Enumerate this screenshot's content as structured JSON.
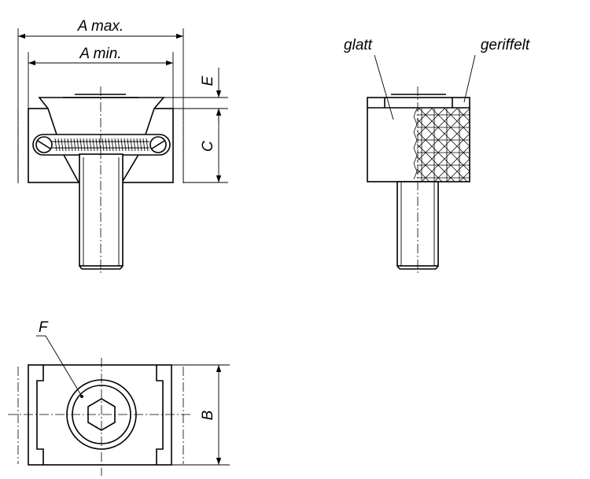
{
  "labels": {
    "a_max": "A max.",
    "a_min": "A min.",
    "e": "E",
    "c": "C",
    "b": "B",
    "f": "F",
    "glatt": "glatt",
    "geriffelt": "geriffelt"
  }
}
